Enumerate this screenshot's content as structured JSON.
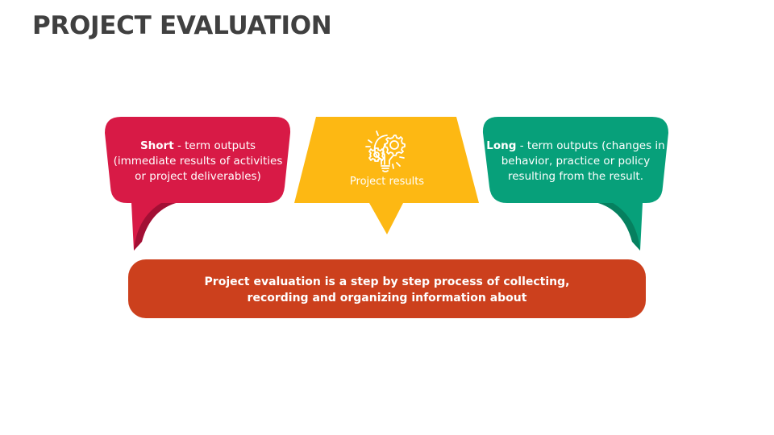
{
  "title": "PROJECT EVALUATION",
  "colors": {
    "short_term": "#D81A46",
    "short_term_fold": "#A20F34",
    "project_results": "#FDB813",
    "long_term": "#07A07A",
    "long_term_fold": "#06805F",
    "summary_bar": "#CC401D",
    "title_text": "#404040",
    "shape_text": "#FFFFFF"
  },
  "callouts": [
    {
      "id": "short-term",
      "bold_label": "Short",
      "text": " - term outputs (immediate results of activities or project deliverables)",
      "lines": [
        "- term outputs",
        "(immediate results of activities",
        "or project deliverables)"
      ]
    },
    {
      "id": "project-results",
      "icon": "lightbulb-gears-icon",
      "label": "Project results"
    },
    {
      "id": "long-term",
      "bold_label": "Long",
      "text": " - term outputs (changes in behavior, practice or policy resulting from the result.",
      "lines": [
        "- term outputs (changes in",
        "behavior, practice or policy",
        "resulting from the result."
      ]
    }
  ],
  "summary": {
    "lines": [
      "Project evaluation is a step by step process of collecting,",
      "recording and organizing information about"
    ]
  }
}
